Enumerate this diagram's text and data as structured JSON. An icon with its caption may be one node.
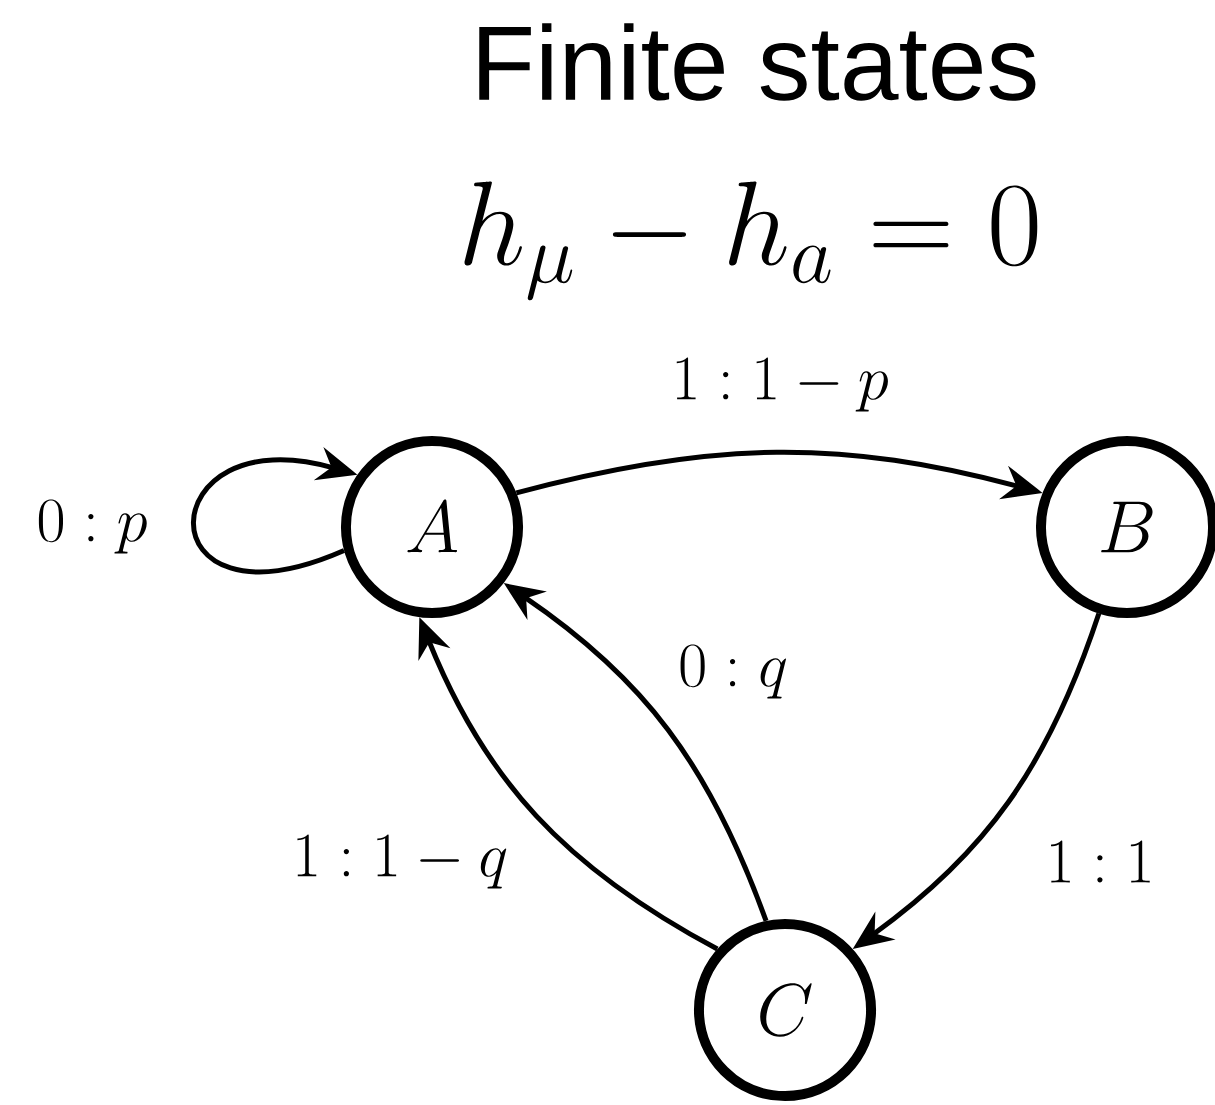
{
  "diagram": {
    "title": "Finite states",
    "nodes": [
      {
        "text": [
          "A"
        ]
      },
      {
        "text": [
          "B"
        ]
      },
      {
        "text": [
          "C"
        ]
      }
    ],
    "edges": [
      {
        "from": 0,
        "to": 0,
        "arrow": "to",
        "label": "0:p"
      },
      {
        "from": 0,
        "to": 1,
        "arrow": "to",
        "label": "1:1-p"
      },
      {
        "from": 1,
        "to": 2,
        "arrow": "to",
        "label": "1:1"
      },
      {
        "from": 2,
        "to": 0,
        "arrow": "to",
        "label": "0:q"
      },
      {
        "from": 2,
        "to": 0,
        "arrow": "to",
        "label": "1:1-q"
      }
    ],
    "labels": [
      "h_\\mu - h_a = 0"
    ]
  }
}
